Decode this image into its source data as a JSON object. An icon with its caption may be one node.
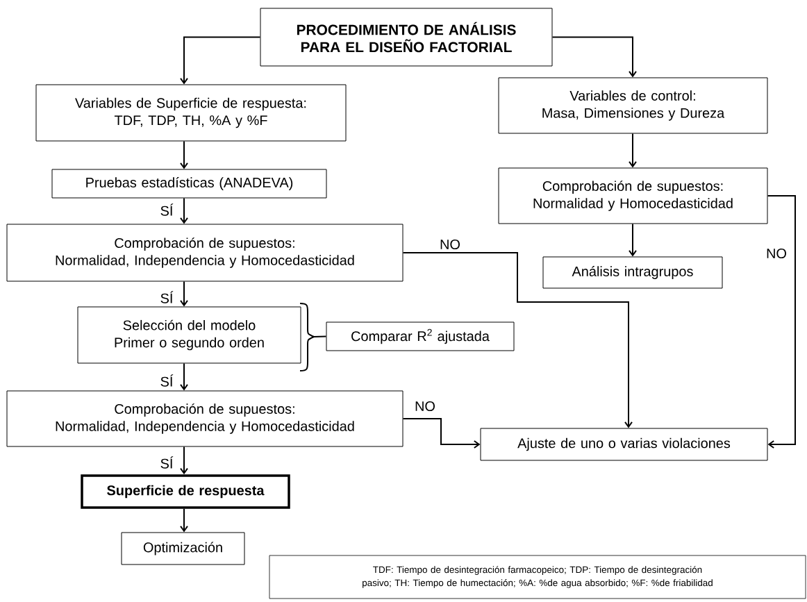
{
  "diagram": {
    "nodes": [
      {
        "text": [
          "PROCEDIMIENTO DE ANÁLISIS PARA EL DISEÑO FACTORIAL"
        ]
      },
      {
        "text": [
          "Variables de Superficie de respuesta:",
          "TDF, TDP, TH, %A y %F"
        ]
      },
      {
        "text": [
          "Pruebas estadísticas (ANADEVA)"
        ]
      },
      {
        "text": [
          "Comprobación de supuestos:",
          "Normalidad, Independencia y Homocedasticidad"
        ]
      },
      {
        "text": [
          "Selección del modelo",
          "Primer o segundo orden"
        ]
      },
      {
        "text": [
          "Comparar R$^{2}$ ajustada"
        ]
      },
      {
        "text": [
          "Comprobación de supuestos:",
          "Normalidad, Independencia y Homocedasticidad"
        ]
      },
      {
        "text": [
          "Superficie de respuesta"
        ]
      },
      {
        "text": [
          "Optimización"
        ]
      },
      {
        "text": [
          "Variables de control:",
          "Masa, Dimensiones y Dureza"
        ]
      },
      {
        "text": [
          "Comprobación de supuestos:",
          "Normalidad y Homocedasticidad"
        ]
      },
      {
        "text": [
          "Análisis intragrupos"
        ]
      },
      {
        "text": [
          "Ajuste de uno o varias violaciones"
        ]
      },
      {
        "text": [
          "TDF: Tiempo de desintegración farmacopeico; TDP: Tiempo de desintegración pasivo; TH: Tiempo de humectación; %A: %de agua absorbido; %F: %de friabilidad"
        ]
      }
    ],
    "edges": [
      {
        "from": 0,
        "to": 1,
        "arrow": "to"
      },
      {
        "from": 0,
        "to": 9,
        "arrow": "to"
      },
      {
        "from": 1,
        "to": 2,
        "arrow": "to"
      },
      {
        "from": 2,
        "to": 3,
        "arrow": "to",
        "label": "SÍ"
      },
      {
        "from": 3,
        "to": 4,
        "arrow": "to",
        "label": "SÍ"
      },
      {
        "from": 4,
        "to": 6,
        "arrow": "to",
        "label": "SÍ"
      },
      {
        "from": 6,
        "to": 7,
        "arrow": "to",
        "label": "SÍ"
      },
      {
        "from": 7,
        "to": 8,
        "arrow": "to"
      },
      {
        "from": 3,
        "to": 12,
        "arrow": "to",
        "label": "NO"
      },
      {
        "from": 6,
        "to": 12,
        "arrow": "to",
        "label": "NO"
      },
      {
        "from": 9,
        "to": 10,
        "arrow": "to"
      },
      {
        "from": 10,
        "to": 11,
        "arrow": "to"
      },
      {
        "from": 10,
        "to": 12,
        "arrow": "to",
        "label": "NO"
      }
    ]
  }
}
